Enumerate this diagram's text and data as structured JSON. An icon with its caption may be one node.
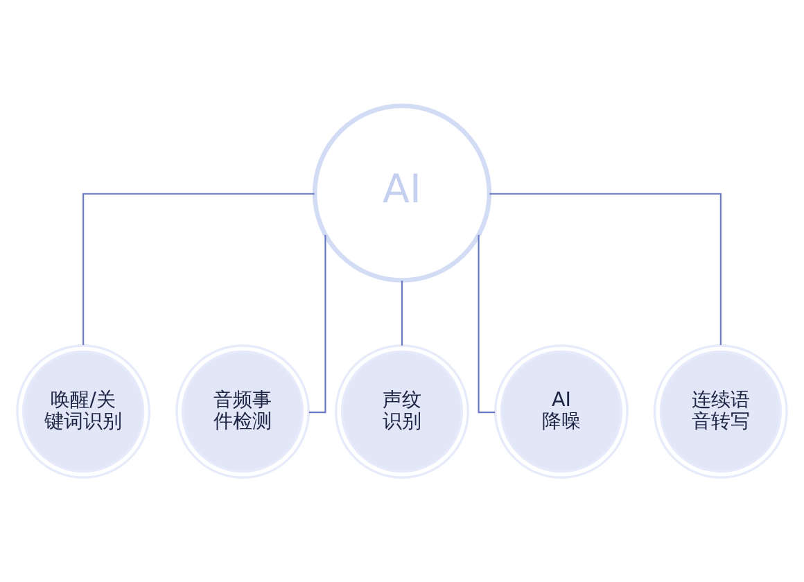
{
  "diagram": {
    "nodes": [
      {
        "text": [
          "AI"
        ]
      },
      {
        "text": [
          "唤醒/关键词识别"
        ]
      },
      {
        "text": [
          "音频事件检测"
        ]
      },
      {
        "text": [
          "声纹识别"
        ]
      },
      {
        "text": [
          "AI降噪"
        ]
      },
      {
        "text": [
          "连续语音转写"
        ]
      }
    ],
    "edges": [
      {
        "from": 0,
        "to": 1,
        "arrow": "none"
      },
      {
        "from": 0,
        "to": 2,
        "arrow": "none"
      },
      {
        "from": 0,
        "to": 3,
        "arrow": "none"
      },
      {
        "from": 0,
        "to": 4,
        "arrow": "none"
      },
      {
        "from": 0,
        "to": 5,
        "arrow": "none"
      }
    ]
  }
}
